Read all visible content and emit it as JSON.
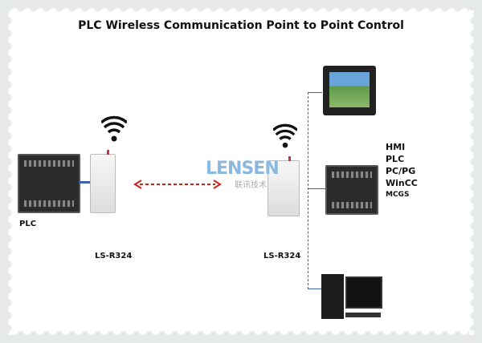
{
  "title": "PLC Wireless Communication Point to Point Control",
  "left": {
    "device_label": "PLC",
    "router_label": "LS-R324"
  },
  "right": {
    "router_label": "LS-R324",
    "devices": [
      "HMI",
      "PLC",
      "PC/PG",
      "WinCC",
      "MCGS"
    ]
  },
  "watermark": {
    "brand": "LENSEN",
    "sub": "联讯技术"
  },
  "colors": {
    "arrow": "#d0201c",
    "bus": "#3b62b0",
    "link": "#3b62b0"
  }
}
